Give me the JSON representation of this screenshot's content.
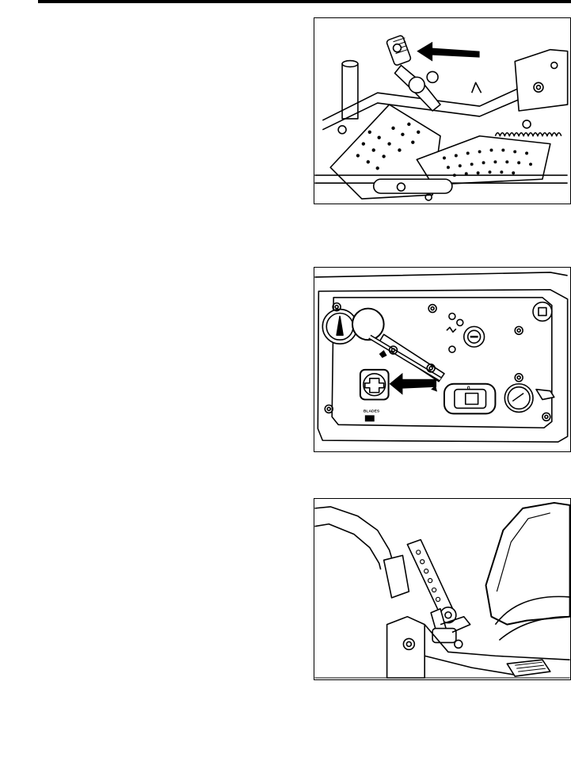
{
  "figures": [
    {
      "id": "fig1",
      "subject": "park-brake-lever"
    },
    {
      "id": "fig2",
      "subject": "control-panel"
    },
    {
      "id": "fig3",
      "subject": "motion-control-lever"
    }
  ],
  "control_panel": {
    "blade_label": "BLADES",
    "symbol_label": "0"
  },
  "colors": {
    "line": "#000000",
    "background": "#ffffff"
  }
}
